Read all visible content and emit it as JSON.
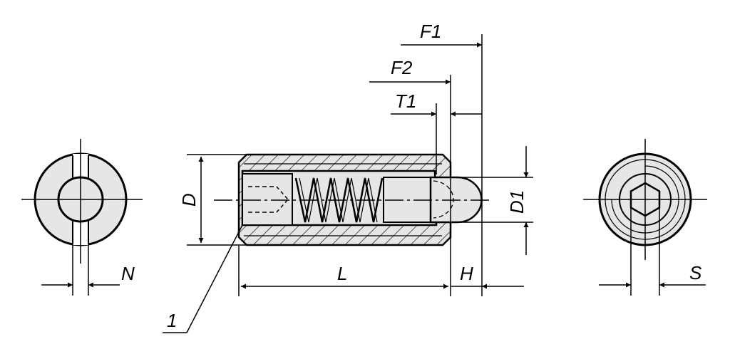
{
  "labels": {
    "f1": "F1",
    "f2": "F2",
    "t1": "T1",
    "d": "D",
    "d1": "D1",
    "l": "L",
    "h": "H",
    "n": "N",
    "s": "S",
    "item_1": "1"
  },
  "colors": {
    "line": "#000000",
    "fill": "#e6e6e6",
    "hatch": "#000000",
    "background": "#ffffff"
  }
}
